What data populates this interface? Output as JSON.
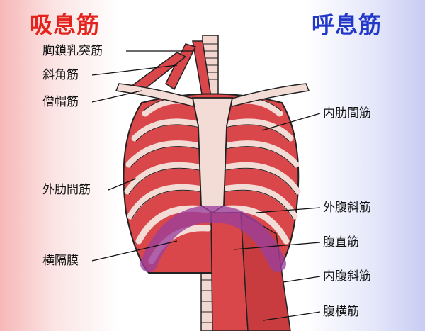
{
  "headings": {
    "inhale": "吸息筋",
    "exhale": "呼息筋"
  },
  "inhale_labels": [
    "胸鎖乳突筋",
    "斜角筋",
    "僧帽筋",
    "外肋間筋",
    "横隔膜"
  ],
  "exhale_labels": [
    "内肋間筋",
    "外腹斜筋",
    "腹直筋",
    "内腹斜筋",
    "腹横筋"
  ],
  "colors": {
    "inhale_heading": "#e3231c",
    "exhale_heading": "#2238c8",
    "muscle": "#d9474a",
    "bone": "#f4dcd6",
    "diaphragm": "#9b3f9c"
  }
}
